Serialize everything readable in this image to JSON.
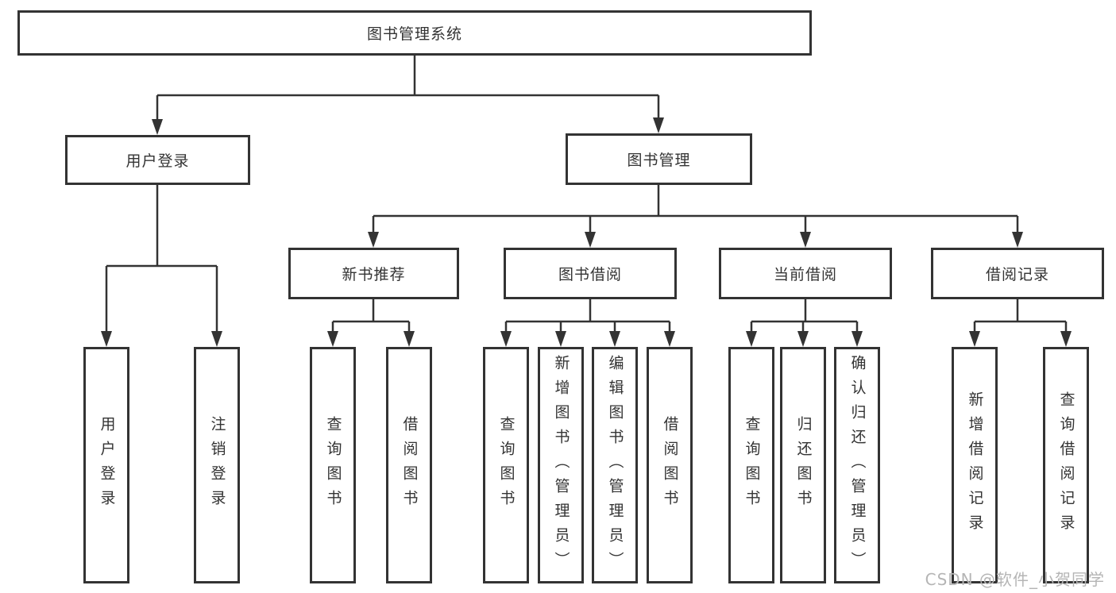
{
  "diagram": {
    "root": {
      "label": "图书管理系统",
      "children": [
        {
          "label": "用户登录",
          "children": [
            {
              "label": "用户登录"
            },
            {
              "label": "注销登录"
            }
          ]
        },
        {
          "label": "图书管理",
          "children": [
            {
              "label": "新书推荐",
              "children": [
                {
                  "label": "查询图书"
                },
                {
                  "label": "借阅图书"
                }
              ]
            },
            {
              "label": "图书借阅",
              "children": [
                {
                  "label": "查询图书"
                },
                {
                  "label": "新增图书（管理员）"
                },
                {
                  "label": "编辑图书（管理员）"
                },
                {
                  "label": "借阅图书"
                }
              ]
            },
            {
              "label": "当前借阅",
              "children": [
                {
                  "label": "查询图书"
                },
                {
                  "label": "归还图书"
                },
                {
                  "label": "确认归还（管理员）"
                }
              ]
            },
            {
              "label": "借阅记录",
              "children": [
                {
                  "label": "新增借阅记录"
                },
                {
                  "label": "查询借阅记录"
                }
              ]
            }
          ]
        }
      ]
    }
  },
  "colors": {
    "line": "#333333",
    "box_border": "#333333",
    "text": "#333333",
    "background": "#ffffff",
    "watermark": "#b5b5b5"
  },
  "watermark": {
    "text": "CSDN @软件_小贺同学"
  }
}
